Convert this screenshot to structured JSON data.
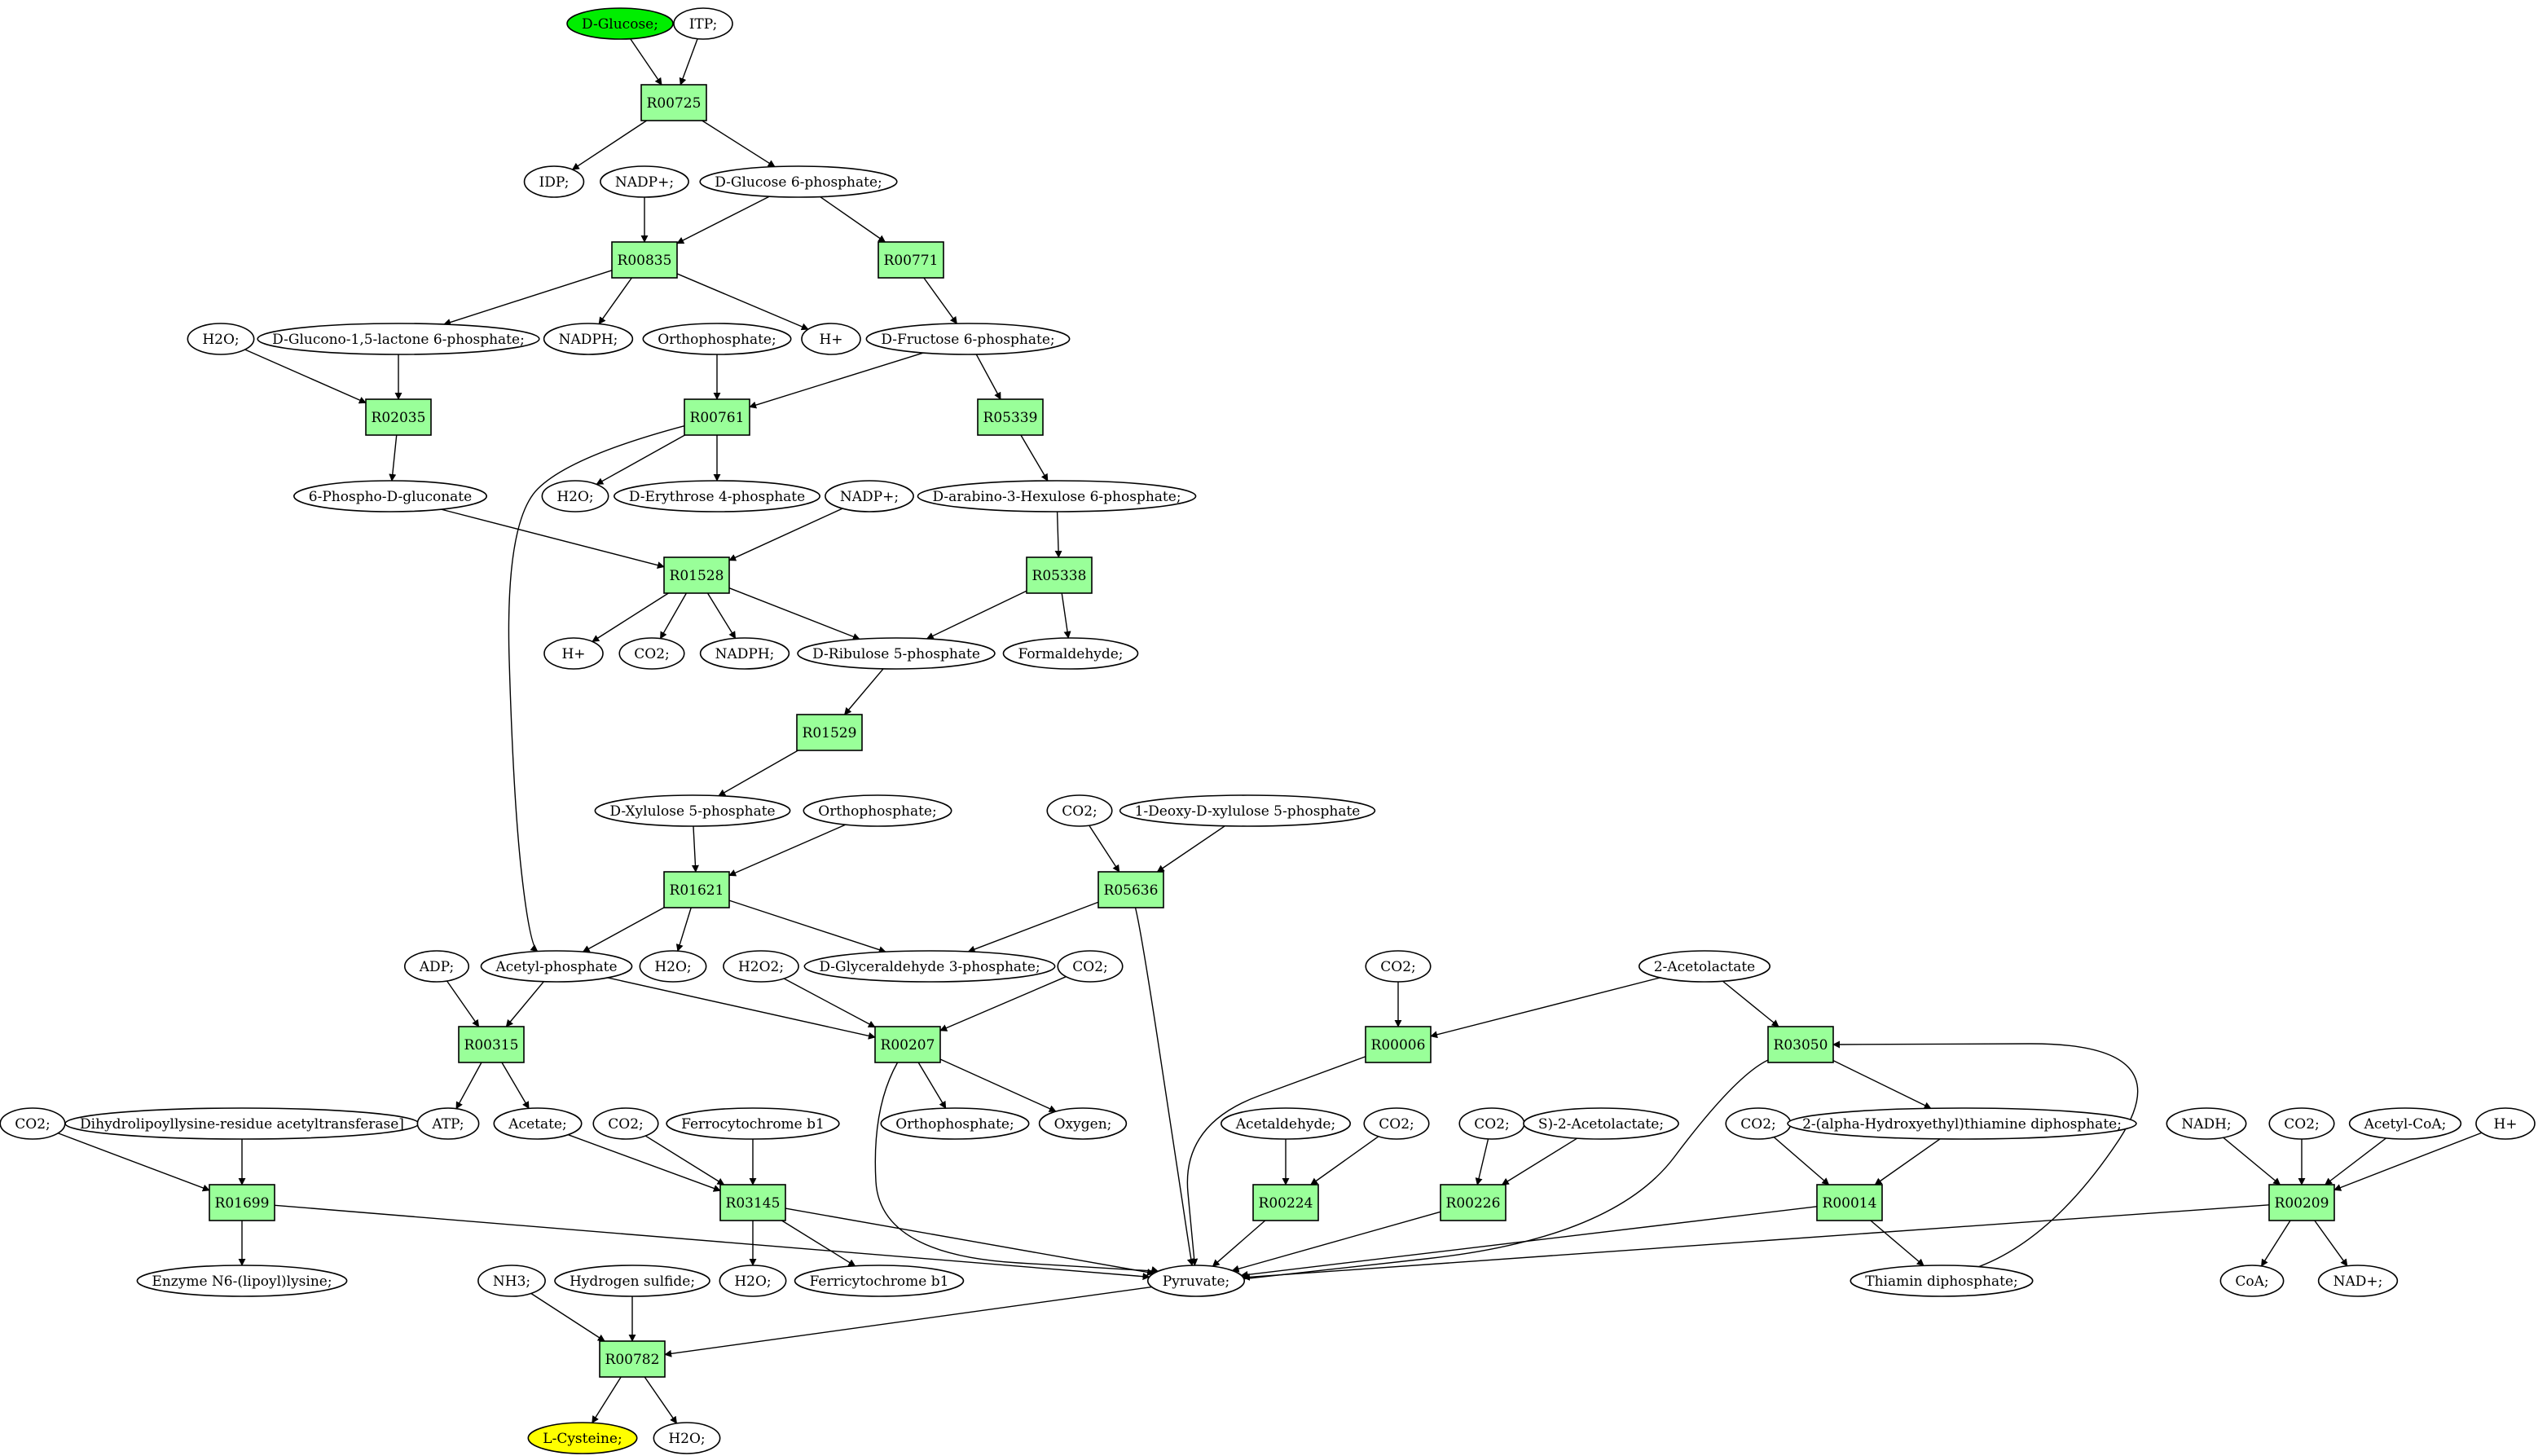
{
  "colors": {
    "reaction_fill": "#99ff99",
    "compound_fill": "#ffffff",
    "start_fill": "#00ee00",
    "target_fill": "#ffff00",
    "line": "#000000"
  },
  "nodes": [
    {
      "id": "m_glc",
      "label": "D-Glucose;",
      "kind": "start"
    },
    {
      "id": "m_itp",
      "label": "ITP;",
      "kind": "compound"
    },
    {
      "id": "r_R00725",
      "label": "R00725",
      "kind": "reaction"
    },
    {
      "id": "m_idp",
      "label": "IDP;",
      "kind": "compound"
    },
    {
      "id": "m_nadp1",
      "label": "NADP+;",
      "kind": "compound"
    },
    {
      "id": "m_g6p",
      "label": "D-Glucose 6-phosphate;",
      "kind": "compound"
    },
    {
      "id": "r_R00835",
      "label": "R00835",
      "kind": "reaction"
    },
    {
      "id": "r_R00771",
      "label": "R00771",
      "kind": "reaction"
    },
    {
      "id": "m_h2o_a",
      "label": "H2O;",
      "kind": "compound"
    },
    {
      "id": "m_gl6p",
      "label": "D-Glucono-1,5-lactone 6-phosphate;",
      "kind": "compound"
    },
    {
      "id": "m_nadph1",
      "label": "NADPH;",
      "kind": "compound"
    },
    {
      "id": "m_pi1",
      "label": "Orthophosphate;",
      "kind": "compound"
    },
    {
      "id": "m_hplus1",
      "label": "H+",
      "kind": "compound"
    },
    {
      "id": "m_f6p",
      "label": "D-Fructose 6-phosphate;",
      "kind": "compound"
    },
    {
      "id": "r_R02035",
      "label": "R02035",
      "kind": "reaction"
    },
    {
      "id": "r_R00761",
      "label": "R00761",
      "kind": "reaction"
    },
    {
      "id": "r_R05339",
      "label": "R05339",
      "kind": "reaction"
    },
    {
      "id": "m_6pg",
      "label": "6-Phospho-D-gluconate",
      "kind": "compound"
    },
    {
      "id": "m_h2o_b",
      "label": "H2O;",
      "kind": "compound"
    },
    {
      "id": "m_e4p",
      "label": "D-Erythrose 4-phosphate",
      "kind": "compound"
    },
    {
      "id": "m_nadp2",
      "label": "NADP+;",
      "kind": "compound"
    },
    {
      "id": "m_hu6p",
      "label": "D-arabino-3-Hexulose 6-phosphate;",
      "kind": "compound"
    },
    {
      "id": "r_R01528",
      "label": "R01528",
      "kind": "reaction"
    },
    {
      "id": "r_R05338",
      "label": "R05338",
      "kind": "reaction"
    },
    {
      "id": "m_hplus2",
      "label": "H+",
      "kind": "compound"
    },
    {
      "id": "m_co2_a",
      "label": "CO2;",
      "kind": "compound"
    },
    {
      "id": "m_nadph2",
      "label": "NADPH;",
      "kind": "compound"
    },
    {
      "id": "m_ru5p",
      "label": "D-Ribulose 5-phosphate",
      "kind": "compound"
    },
    {
      "id": "m_hcho",
      "label": "Formaldehyde;",
      "kind": "compound"
    },
    {
      "id": "r_R01529",
      "label": "R01529",
      "kind": "reaction"
    },
    {
      "id": "m_xu5p",
      "label": "D-Xylulose 5-phosphate",
      "kind": "compound"
    },
    {
      "id": "m_pi2",
      "label": "Orthophosphate;",
      "kind": "compound"
    },
    {
      "id": "m_co2_b",
      "label": "CO2;",
      "kind": "compound"
    },
    {
      "id": "m_dxp",
      "label": "1-Deoxy-D-xylulose 5-phosphate",
      "kind": "compound"
    },
    {
      "id": "r_R01621",
      "label": "R01621",
      "kind": "reaction"
    },
    {
      "id": "r_R05636",
      "label": "R05636",
      "kind": "reaction"
    },
    {
      "id": "m_adp",
      "label": "ADP;",
      "kind": "compound"
    },
    {
      "id": "m_acp",
      "label": "Acetyl-phosphate",
      "kind": "compound"
    },
    {
      "id": "m_h2o_c",
      "label": "H2O;",
      "kind": "compound"
    },
    {
      "id": "m_h2o2",
      "label": "H2O2;",
      "kind": "compound"
    },
    {
      "id": "m_gap",
      "label": "D-Glyceraldehyde 3-phosphate;",
      "kind": "compound"
    },
    {
      "id": "m_co2_c",
      "label": "CO2;",
      "kind": "compound"
    },
    {
      "id": "m_co2_d",
      "label": "CO2;",
      "kind": "compound"
    },
    {
      "id": "m_2al",
      "label": "2-Acetolactate",
      "kind": "compound"
    },
    {
      "id": "r_R00315",
      "label": "R00315",
      "kind": "reaction"
    },
    {
      "id": "r_R00207",
      "label": "R00207",
      "kind": "reaction"
    },
    {
      "id": "r_R00006",
      "label": "R00006",
      "kind": "reaction"
    },
    {
      "id": "r_R03050",
      "label": "R03050",
      "kind": "reaction"
    },
    {
      "id": "m_co2_e",
      "label": "CO2;",
      "kind": "compound"
    },
    {
      "id": "m_dlat",
      "label": "Dihydrolipoyllysine-residue acetyltransferase]",
      "kind": "compound"
    },
    {
      "id": "m_atp",
      "label": "ATP;",
      "kind": "compound"
    },
    {
      "id": "m_acetate",
      "label": "Acetate;",
      "kind": "compound"
    },
    {
      "id": "m_co2_f",
      "label": "CO2;",
      "kind": "compound"
    },
    {
      "id": "m_fdred",
      "label": "Ferrocytochrome b1",
      "kind": "compound"
    },
    {
      "id": "m_pi3",
      "label": "Orthophosphate;",
      "kind": "compound"
    },
    {
      "id": "m_o2",
      "label": "Oxygen;",
      "kind": "compound"
    },
    {
      "id": "m_acald",
      "label": "Acetaldehyde;",
      "kind": "compound"
    },
    {
      "id": "m_co2_g",
      "label": "CO2;",
      "kind": "compound"
    },
    {
      "id": "m_co2_h",
      "label": "CO2;",
      "kind": "compound"
    },
    {
      "id": "m_s2al",
      "label": "S)-2-Acetolactate;",
      "kind": "compound"
    },
    {
      "id": "m_co2_i",
      "label": "CO2;",
      "kind": "compound"
    },
    {
      "id": "m_hetpp",
      "label": "2-(alpha-Hydroxyethyl)thiamine diphosphate;",
      "kind": "compound"
    },
    {
      "id": "m_nadh",
      "label": "NADH;",
      "kind": "compound"
    },
    {
      "id": "m_co2_j",
      "label": "CO2;",
      "kind": "compound"
    },
    {
      "id": "m_accoa",
      "label": "Acetyl-CoA;",
      "kind": "compound"
    },
    {
      "id": "m_hplus3",
      "label": "H+",
      "kind": "compound"
    },
    {
      "id": "r_R01699",
      "label": "R01699",
      "kind": "reaction"
    },
    {
      "id": "r_R03145",
      "label": "R03145",
      "kind": "reaction"
    },
    {
      "id": "r_R00224",
      "label": "R00224",
      "kind": "reaction"
    },
    {
      "id": "r_R00226",
      "label": "R00226",
      "kind": "reaction"
    },
    {
      "id": "r_R00014",
      "label": "R00014",
      "kind": "reaction"
    },
    {
      "id": "r_R00209",
      "label": "R00209",
      "kind": "reaction"
    },
    {
      "id": "m_lipoyl",
      "label": "Enzyme N6-(lipoyl)lysine;",
      "kind": "compound"
    },
    {
      "id": "m_h2o_d",
      "label": "H2O;",
      "kind": "compound"
    },
    {
      "id": "m_fdox",
      "label": "Ferricytochrome b1",
      "kind": "compound"
    },
    {
      "id": "m_pyr",
      "label": "Pyruvate;",
      "kind": "compound"
    },
    {
      "id": "m_tpp",
      "label": "Thiamin diphosphate;",
      "kind": "compound"
    },
    {
      "id": "m_coa",
      "label": "CoA;",
      "kind": "compound"
    },
    {
      "id": "m_nad",
      "label": "NAD+;",
      "kind": "compound"
    },
    {
      "id": "m_nh3",
      "label": "NH3;",
      "kind": "compound"
    },
    {
      "id": "m_h2s",
      "label": "Hydrogen sulfide;",
      "kind": "compound"
    },
    {
      "id": "r_R00782",
      "label": "R00782",
      "kind": "reaction"
    },
    {
      "id": "m_cys",
      "label": "L-Cysteine;",
      "kind": "target"
    },
    {
      "id": "m_h2o_e",
      "label": "H2O;",
      "kind": "compound"
    }
  ],
  "edges": [
    [
      "m_glc",
      "r_R00725"
    ],
    [
      "m_itp",
      "r_R00725"
    ],
    [
      "r_R00725",
      "m_idp"
    ],
    [
      "r_R00725",
      "m_g6p"
    ],
    [
      "m_nadp1",
      "r_R00835"
    ],
    [
      "m_g6p",
      "r_R00835"
    ],
    [
      "m_g6p",
      "r_R00771"
    ],
    [
      "r_R00835",
      "m_gl6p"
    ],
    [
      "r_R00835",
      "m_nadph1"
    ],
    [
      "r_R00835",
      "m_hplus1"
    ],
    [
      "r_R00771",
      "m_f6p"
    ],
    [
      "m_h2o_a",
      "r_R02035"
    ],
    [
      "m_gl6p",
      "r_R02035"
    ],
    [
      "r_R02035",
      "m_6pg"
    ],
    [
      "m_pi1",
      "r_R00761"
    ],
    [
      "m_f6p",
      "r_R00761"
    ],
    [
      "m_f6p",
      "r_R05339"
    ],
    [
      "r_R00761",
      "m_h2o_b"
    ],
    [
      "r_R00761",
      "m_e4p"
    ],
    [
      "r_R00761",
      "m_acp"
    ],
    [
      "r_R05339",
      "m_hu6p"
    ],
    [
      "m_6pg",
      "r_R01528"
    ],
    [
      "m_nadp2",
      "r_R01528"
    ],
    [
      "m_hu6p",
      "r_R05338"
    ],
    [
      "r_R01528",
      "m_hplus2"
    ],
    [
      "r_R01528",
      "m_co2_a"
    ],
    [
      "r_R01528",
      "m_nadph2"
    ],
    [
      "r_R01528",
      "m_ru5p"
    ],
    [
      "r_R05338",
      "m_ru5p"
    ],
    [
      "r_R05338",
      "m_hcho"
    ],
    [
      "m_ru5p",
      "r_R01529"
    ],
    [
      "r_R01529",
      "m_xu5p"
    ],
    [
      "m_xu5p",
      "r_R01621"
    ],
    [
      "m_pi2",
      "r_R01621"
    ],
    [
      "m_co2_b",
      "r_R05636"
    ],
    [
      "m_dxp",
      "r_R05636"
    ],
    [
      "r_R01621",
      "m_acp"
    ],
    [
      "r_R01621",
      "m_h2o_c"
    ],
    [
      "r_R01621",
      "m_gap"
    ],
    [
      "r_R05636",
      "m_gap"
    ],
    [
      "r_R05636",
      "m_pyr"
    ],
    [
      "m_adp",
      "r_R00315"
    ],
    [
      "m_acp",
      "r_R00315"
    ],
    [
      "m_acp",
      "r_R00207"
    ],
    [
      "m_h2o2",
      "r_R00207"
    ],
    [
      "m_co2_c",
      "r_R00207"
    ],
    [
      "r_R00315",
      "m_atp"
    ],
    [
      "r_R00315",
      "m_acetate"
    ],
    [
      "r_R00207",
      "m_pi3"
    ],
    [
      "r_R00207",
      "m_o2"
    ],
    [
      "r_R00207",
      "m_pyr"
    ],
    [
      "m_co2_d",
      "r_R00006"
    ],
    [
      "m_2al",
      "r_R00006"
    ],
    [
      "m_2al",
      "r_R03050"
    ],
    [
      "r_R00006",
      "m_pyr"
    ],
    [
      "r_R03050",
      "m_hetpp"
    ],
    [
      "r_R03050",
      "m_pyr"
    ],
    [
      "m_co2_e",
      "r_R01699"
    ],
    [
      "m_dlat",
      "r_R01699"
    ],
    [
      "m_acetate",
      "r_R03145"
    ],
    [
      "m_co2_f",
      "r_R03145"
    ],
    [
      "m_fdred",
      "r_R03145"
    ],
    [
      "m_acald",
      "r_R00224"
    ],
    [
      "m_co2_g",
      "r_R00224"
    ],
    [
      "m_co2_h",
      "r_R00226"
    ],
    [
      "m_s2al",
      "r_R00226"
    ],
    [
      "m_co2_i",
      "r_R00014"
    ],
    [
      "m_hetpp",
      "r_R00014"
    ],
    [
      "m_nadh",
      "r_R00209"
    ],
    [
      "m_co2_j",
      "r_R00209"
    ],
    [
      "m_accoa",
      "r_R00209"
    ],
    [
      "m_hplus3",
      "r_R00209"
    ],
    [
      "r_R01699",
      "m_lipoyl"
    ],
    [
      "r_R01699",
      "m_pyr"
    ],
    [
      "r_R03145",
      "m_h2o_d"
    ],
    [
      "r_R03145",
      "m_fdox"
    ],
    [
      "r_R03145",
      "m_pyr"
    ],
    [
      "r_R00224",
      "m_pyr"
    ],
    [
      "r_R00226",
      "m_pyr"
    ],
    [
      "r_R00014",
      "m_pyr"
    ],
    [
      "r_R00014",
      "m_tpp"
    ],
    [
      "r_R00209",
      "m_pyr"
    ],
    [
      "r_R00209",
      "m_coa"
    ],
    [
      "r_R00209",
      "m_nad"
    ],
    [
      "m_tpp",
      "r_R03050"
    ],
    [
      "m_nh3",
      "r_R00782"
    ],
    [
      "m_h2s",
      "r_R00782"
    ],
    [
      "m_pyr",
      "r_R00782"
    ],
    [
      "r_R00782",
      "m_cys"
    ],
    [
      "r_R00782",
      "m_h2o_e"
    ]
  ]
}
